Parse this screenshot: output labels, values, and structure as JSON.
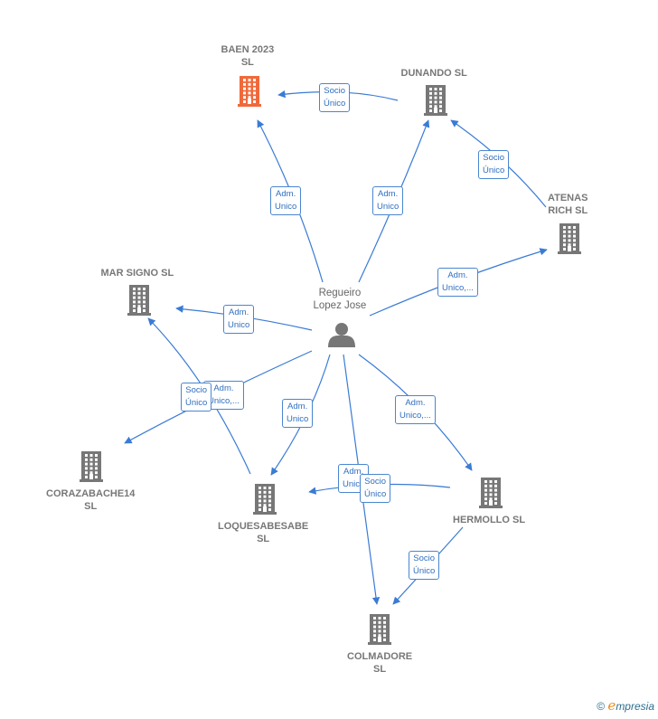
{
  "colors": {
    "edge": "#3a7bd5",
    "building": "#777777",
    "highlight": "#f0693b",
    "person": "#777777"
  },
  "nodes": {
    "baen": {
      "label": [
        "BAEN 2023",
        "SL"
      ],
      "icon": "building-icon",
      "highlight": true
    },
    "dunando": {
      "label": [
        "DUNANDO  SL"
      ],
      "icon": "building-icon"
    },
    "atenas": {
      "label": [
        "ATENAS",
        "RICH  SL"
      ],
      "icon": "building-icon"
    },
    "marsigno": {
      "label": [
        "MAR SIGNO  SL"
      ],
      "icon": "building-icon"
    },
    "person": {
      "label": [
        "Regueiro",
        "Lopez Jose"
      ],
      "icon": "person-icon"
    },
    "coraza": {
      "label": [
        "CORAZABACHE14",
        "SL"
      ],
      "icon": "building-icon"
    },
    "loques": {
      "label": [
        "LOQUESABESABE",
        "SL"
      ],
      "icon": "building-icon"
    },
    "hermollo": {
      "label": [
        "HERMOLLO  SL"
      ],
      "icon": "building-icon"
    },
    "colmadore": {
      "label": [
        "COLMADORE",
        "SL"
      ],
      "icon": "building-icon"
    }
  },
  "edges": [
    {
      "id": "dunando-baen",
      "label": [
        "Socio",
        "Único"
      ]
    },
    {
      "id": "person-baen",
      "label": [
        "Adm.",
        "Unico"
      ]
    },
    {
      "id": "person-dunando",
      "label": [
        "Adm.",
        "Unico"
      ]
    },
    {
      "id": "atenas-dunando",
      "label": [
        "Socio",
        "Único"
      ]
    },
    {
      "id": "person-atenas",
      "label": [
        "Adm.",
        "Unico,..."
      ]
    },
    {
      "id": "person-marsigno",
      "label": [
        "Adm.",
        "Unico"
      ]
    },
    {
      "id": "person-coraza",
      "label": [
        "Adm.",
        "Unico,..."
      ]
    },
    {
      "id": "loques-marsigno",
      "label": [
        "Socio",
        "Único"
      ]
    },
    {
      "id": "person-loques",
      "label": [
        "Adm.",
        "Unico"
      ]
    },
    {
      "id": "person-hermollo",
      "label": [
        "Adm.",
        "Unico,..."
      ]
    },
    {
      "id": "person-colmadore",
      "label": [
        "Adm.",
        "Unico"
      ]
    },
    {
      "id": "hermollo-loques",
      "label": [
        "Socio",
        "Único"
      ]
    },
    {
      "id": "hermollo-colmadore",
      "label": [
        "Socio",
        "Único"
      ]
    }
  ],
  "brand": {
    "copyright": "©",
    "e": "e",
    "rest": "mpresia"
  }
}
